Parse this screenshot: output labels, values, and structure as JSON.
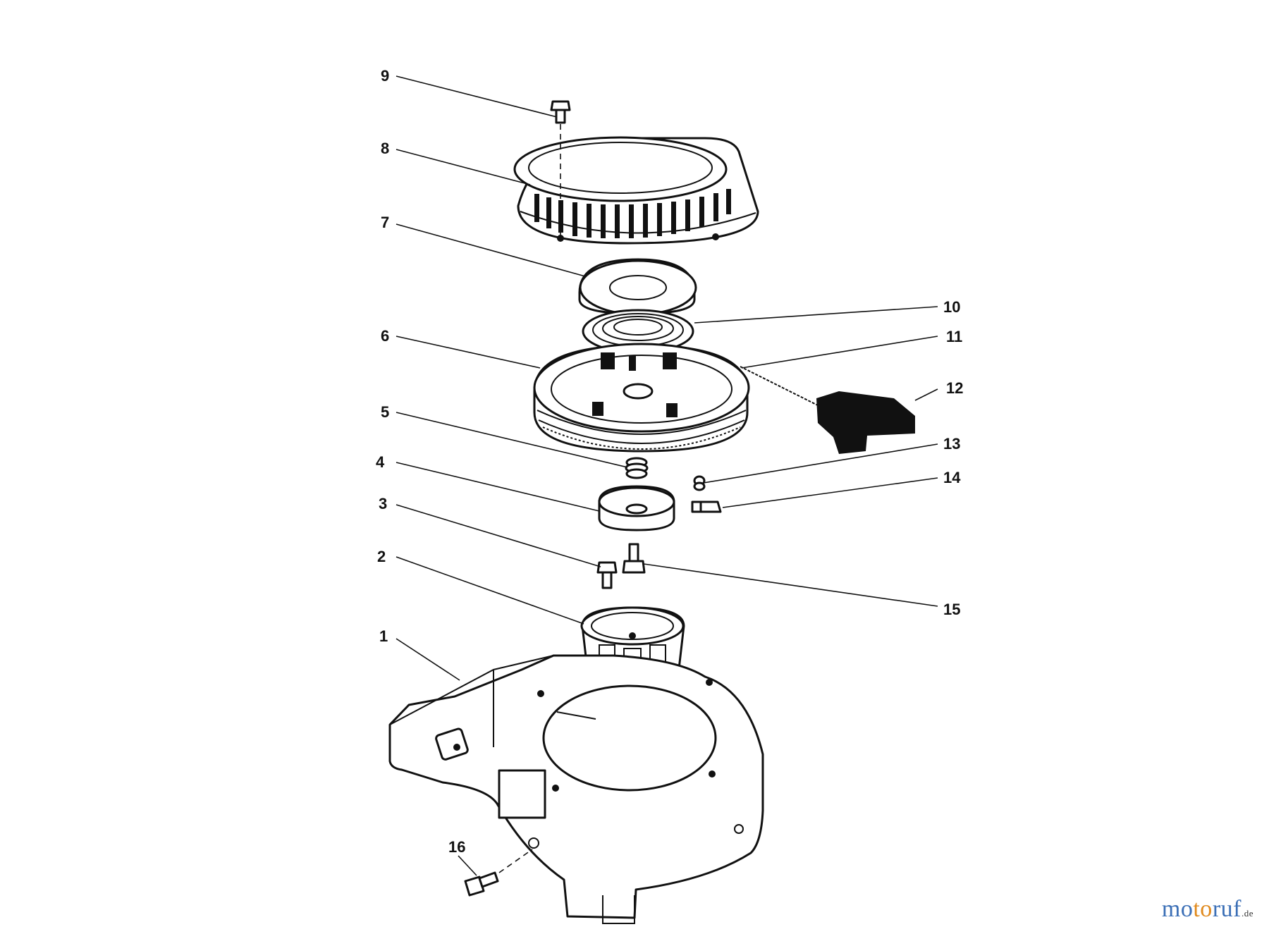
{
  "diagram": {
    "callouts": [
      "1",
      "2",
      "3",
      "4",
      "5",
      "6",
      "7",
      "8",
      "9",
      "10",
      "11",
      "12",
      "13",
      "14",
      "15",
      "16"
    ]
  },
  "watermark": {
    "part1": "mo",
    "part2": "to",
    "part3": "ruf",
    "suffix": ".de"
  },
  "colors": {
    "ink": "#111111",
    "background": "#ffffff",
    "watermark_blue": "#3b6fb6",
    "watermark_orange": "#e08a1e"
  }
}
